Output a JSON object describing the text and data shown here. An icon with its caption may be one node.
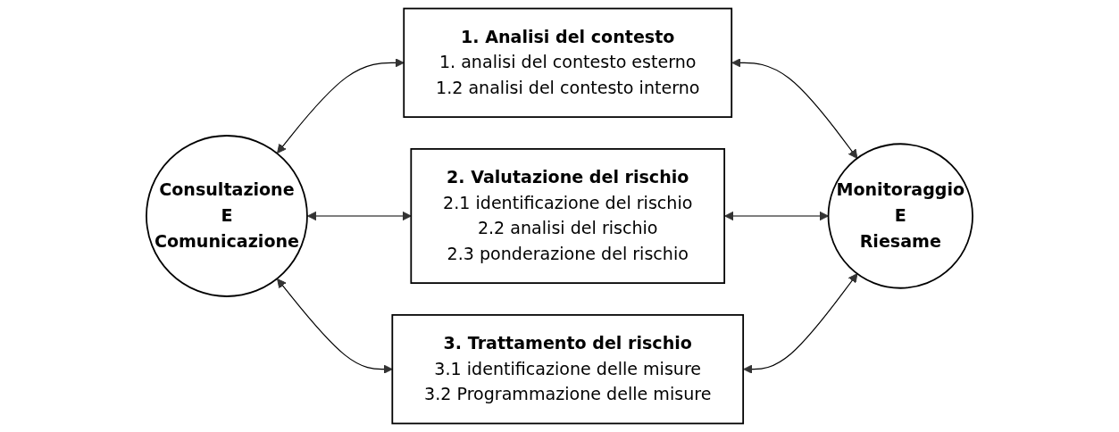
{
  "diagram": {
    "nodes": [
      {
        "text": [
          "Consultazione",
          "E",
          "Comunicazione"
        ]
      },
      {
        "text": [
          "1. Analisi del contesto",
          "1. analisi del contesto esterno",
          "1.2 analisi del contesto interno"
        ]
      },
      {
        "text": [
          "2. Valutazione del rischio",
          "2.1 identificazione del rischio",
          "2.2 analisi del rischio",
          "2.3 ponderazione del rischio"
        ]
      },
      {
        "text": [
          "3. Trattamento del rischio",
          "3.1 identificazione delle misure",
          "3.2 Programmazione delle misure"
        ]
      },
      {
        "text": [
          "Monitoraggio",
          "E",
          "Riesame"
        ]
      }
    ],
    "edges": [
      {
        "from": 0,
        "to": 1,
        "arrow": "both"
      },
      {
        "from": 1,
        "to": 4,
        "arrow": "both"
      },
      {
        "from": 0,
        "to": 2,
        "arrow": "both"
      },
      {
        "from": 2,
        "to": 4,
        "arrow": "both"
      },
      {
        "from": 0,
        "to": 3,
        "arrow": "both"
      },
      {
        "from": 3,
        "to": 4,
        "arrow": "both"
      }
    ]
  }
}
